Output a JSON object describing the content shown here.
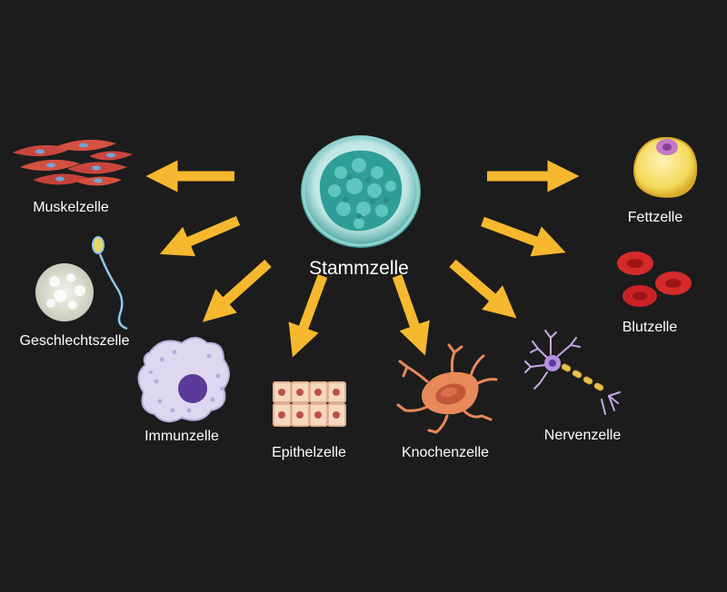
{
  "center_label": "Stammzelle",
  "cell_labels": {
    "muscle": "Muskelzelle",
    "germ": "Geschlechtszelle",
    "immune": "Immunzelle",
    "epithelial": "Epithelzelle",
    "bone": "Knochenzelle",
    "nerve": "Nervenzelle",
    "fat": "Fettzelle",
    "blood": "Blutzelle"
  },
  "colors": {
    "background": "#1c1c1c",
    "arrow": "#f5b82e",
    "label": "#ffffff",
    "stem_cell": "#4fb3ad",
    "muscle_cell": "#c9463d",
    "immune_cell": "#d9d3ee",
    "immune_nucleus": "#5a3a9a",
    "epithelial_cell": "#f6d8c0",
    "bone_cell": "#e8895a",
    "nerve_cell": "#c6a8e8",
    "fat_cell": "#f7df6a",
    "blood_cell": "#d42a2a"
  },
  "icons": {
    "stem": "stem-cell-icon",
    "muscle": "muscle-cell-icon",
    "germ": "germ-cell-icon",
    "immune": "immune-cell-icon",
    "epithelial": "epithelial-cell-icon",
    "bone": "bone-cell-icon",
    "nerve": "nerve-cell-icon",
    "fat": "fat-cell-icon",
    "blood": "blood-cell-icon"
  }
}
